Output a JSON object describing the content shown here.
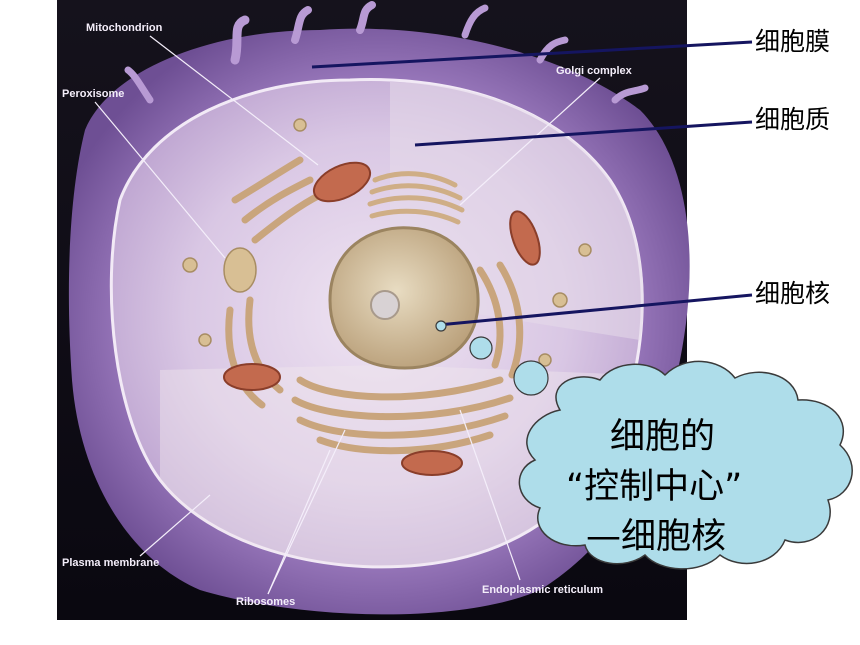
{
  "diagram": {
    "image_labels": {
      "mitochondrion": "Mitochondrion",
      "golgi": "Golgi complex",
      "peroxisome": "Peroxisome",
      "plasma_membrane": "Plasma membrane",
      "ribosomes": "Ribosomes",
      "er": "Endoplasmic reticulum"
    },
    "callouts": {
      "membrane": "细胞膜",
      "cytoplasm": "细胞质",
      "nucleus": "细胞核"
    },
    "cloud": {
      "line1": "细胞的",
      "line2": "“控制中心”",
      "line3": "—细胞核"
    },
    "colors": {
      "background": "#0c0a10",
      "membrane": "#a07fc0",
      "cytoplasm": "#d7c7e2",
      "organelle": "#c9a57d",
      "mitochondrion": "#c36a4e",
      "callout_line": "#151560",
      "cloud_fill": "#aeddea"
    }
  }
}
